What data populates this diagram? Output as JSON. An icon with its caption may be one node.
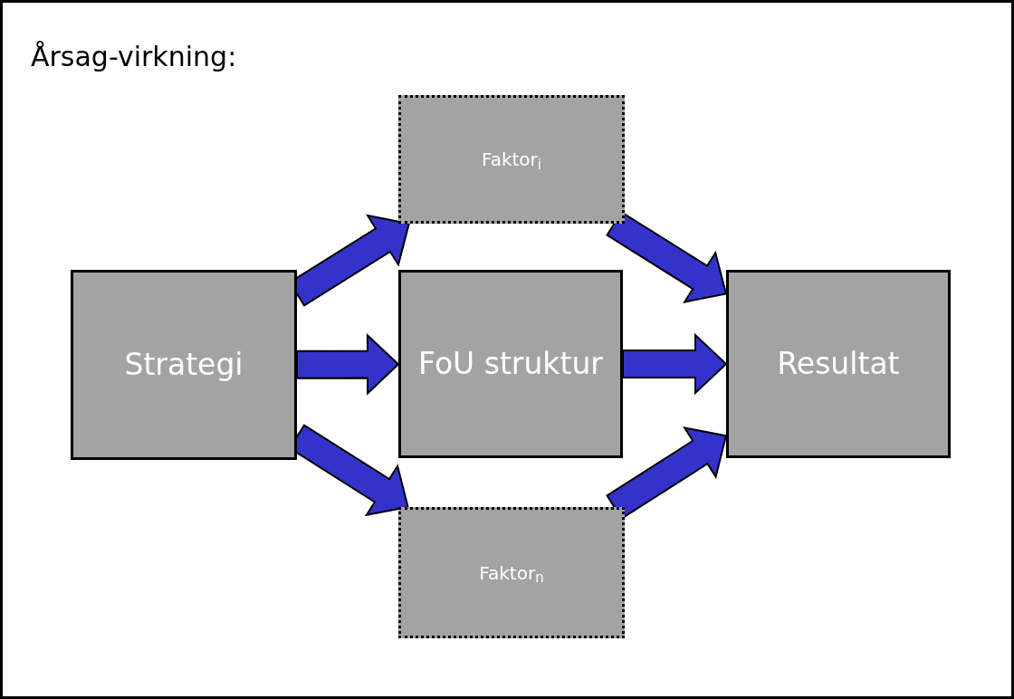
{
  "diagram": {
    "title": "Årsag-virkning:",
    "nodes": [
      {
        "text": [
          "Strategi"
        ]
      },
      {
        "text": [
          "Faktor$_{i}$"
        ]
      },
      {
        "text": [
          "FoU struktur"
        ]
      },
      {
        "text": [
          "Faktor$_{n}$"
        ]
      },
      {
        "text": [
          "Resultat"
        ]
      }
    ],
    "edges": [
      {
        "from": 0,
        "to": 1,
        "arrow": "to"
      },
      {
        "from": 0,
        "to": 2,
        "arrow": "to"
      },
      {
        "from": 0,
        "to": 3,
        "arrow": "to"
      },
      {
        "from": 1,
        "to": 4,
        "arrow": "to"
      },
      {
        "from": 2,
        "to": 4,
        "arrow": "to"
      },
      {
        "from": 3,
        "to": 4,
        "arrow": "to"
      }
    ]
  }
}
